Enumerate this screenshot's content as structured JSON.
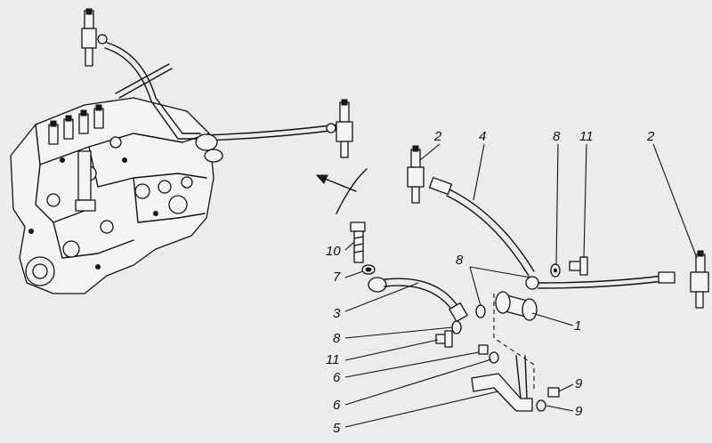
{
  "callouts": [
    {
      "id": "c2a",
      "label": "2"
    },
    {
      "id": "c4",
      "label": "4"
    },
    {
      "id": "c8a",
      "label": "8"
    },
    {
      "id": "c11a",
      "label": "11"
    },
    {
      "id": "c2b",
      "label": "2"
    },
    {
      "id": "c10",
      "label": "10"
    },
    {
      "id": "c8b",
      "label": "8"
    },
    {
      "id": "c7",
      "label": "7"
    },
    {
      "id": "c3",
      "label": "3"
    },
    {
      "id": "c1",
      "label": "1"
    },
    {
      "id": "c8c",
      "label": "8"
    },
    {
      "id": "c11b",
      "label": "11"
    },
    {
      "id": "c9a",
      "label": "9"
    },
    {
      "id": "c6a",
      "label": "6"
    },
    {
      "id": "c9b",
      "label": "9"
    },
    {
      "id": "c6b",
      "label": "6"
    },
    {
      "id": "c5",
      "label": "5"
    }
  ]
}
